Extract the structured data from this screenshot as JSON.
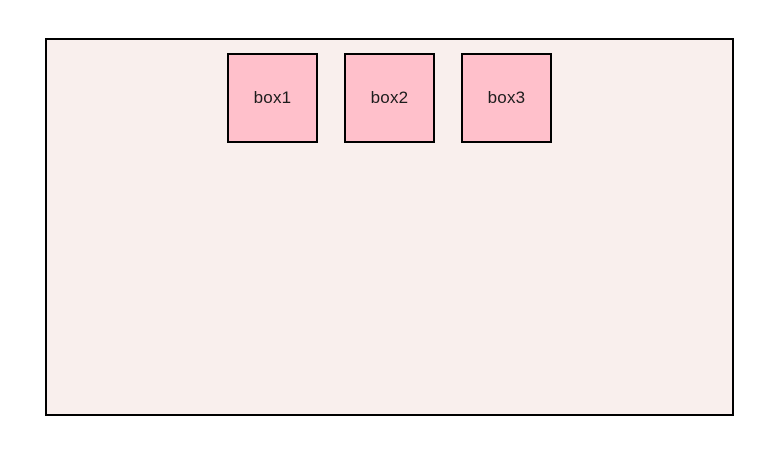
{
  "colors": {
    "page_bg": "#ffffff",
    "container_bg": "#f9efed",
    "box_bg": "#ffc0cb",
    "border": "#000000",
    "text": "#1c1c1c"
  },
  "container": {
    "boxes": [
      {
        "label": "box1"
      },
      {
        "label": "box2"
      },
      {
        "label": "box3"
      }
    ]
  }
}
